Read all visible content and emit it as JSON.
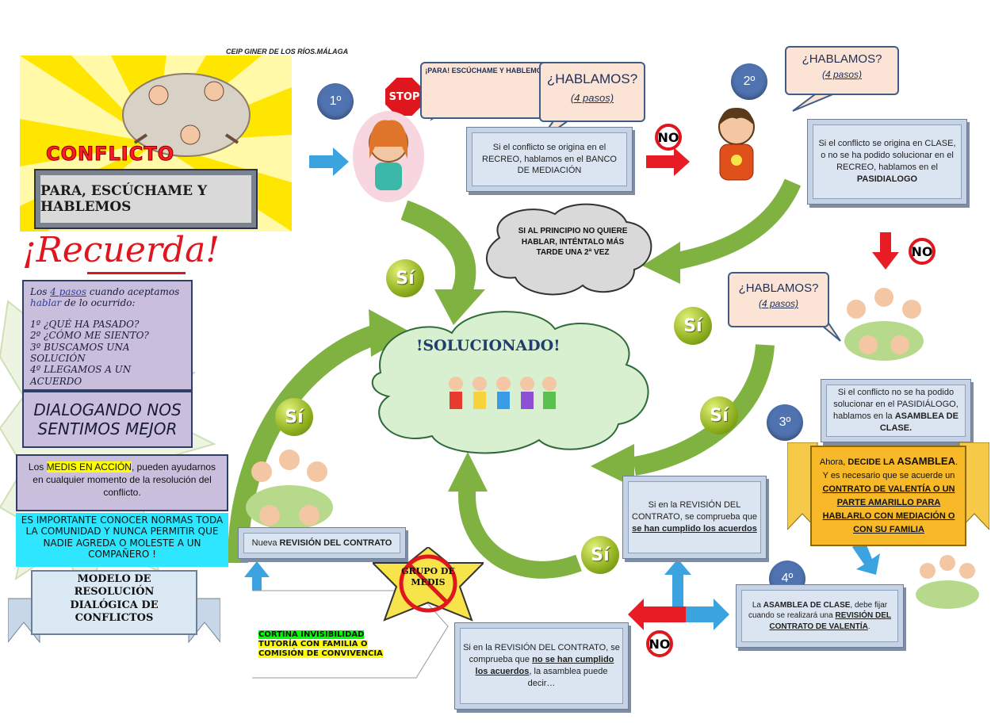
{
  "header": {
    "school": "CEIP GINER DE LOS RÍOS.MÁLAGA"
  },
  "left": {
    "conflicto_title": "CONFLICTO",
    "banner": "PARA, ESCÚCHAME Y HABLEMOS",
    "recuerda": "¡Recuerda!",
    "pasos": {
      "intro_a": "Los ",
      "intro_num": "4 pasos",
      "intro_b": " cuando aceptamos",
      "intro_hablar": "hablar",
      "intro_c": " de lo ocurrido:",
      "p1": "1º ¿QUÉ HA PASADO?",
      "p2": "2º ¿CÓMO ME SIENTO?",
      "p3": "3º BUSCAMOS UNA SOLUCIÓN",
      "p4": "4º LLEGAMOS A UN ACUERDO"
    },
    "dialogando_1": "DIALOGANDO NOS",
    "dialogando_2": "SENTIMOS MEJOR",
    "medis_a": "Los ",
    "medis_hl": "MEDIS EN ACCIÓN",
    "medis_b": ", pueden ayudarnos en cualquier momento de la resolución del conflicto.",
    "normas": "ES IMPORTANTE CONOCER NORMAS TODA LA COMUNIDAD Y NUNCA PERMITIR QUE NADIE AGREDA O MOLESTE A UN COMPAÑERO !",
    "modelo": "MODELO DE RESOLUCIÓN DIALÓGICA DE CONFLICTOS"
  },
  "steps": {
    "n1": "1º",
    "n2": "2º",
    "n3": "3º",
    "n4": "4º"
  },
  "stop_sign": "STOP",
  "bubble_para": "¡PARA! ESCÚCHAME Y HABLEMOS",
  "hablamos": {
    "title": "¿HABLAMOS?",
    "sub": "(4 pasos)"
  },
  "box_recreo": "Si el conflicto se origina en el RECREO, hablamos en el BANCO DE MEDIACIÓN",
  "box_clase": {
    "a": "Si el conflicto se origina en CLASE, o no se ha podido solucionar en el RECREO, hablamos en el ",
    "b": "PASIDIALOGO"
  },
  "cloud_tarde": "SI AL PRINCIPIO NO QUIERE HABLAR, INTÉNTALO MÁS TARDE UNA 2ª VEZ",
  "solucionado": "!SOLUCIONADO!",
  "si_label": "Sí",
  "no_label": "NO",
  "box_asamblea": {
    "a": "Si el conflicto no se ha podido solucionar en el PASIDIÁLOGO, hablamos en la ",
    "b": "ASAMBLEA DE CLASE."
  },
  "decide": {
    "a": "Ahora, ",
    "b": "DECIDE LA ",
    "c": "ASAMBLEA",
    "d": ". Y es necesario que se acuerde un ",
    "e": "CONTRATO DE VALENTÍA O UN PARTE AMARILLO PARA",
    "f": " ",
    "g": "HABLARLO CON MEDIACIÓN O CON SU FAMILIA"
  },
  "box_fijar": {
    "a": "La ",
    "b": "ASAMBLEA DE CLASE",
    "c": ", debe fijar cuando se realizará una ",
    "d": "REVISIÓN DEL CONTRATO DE VALENTÍA",
    "e": "."
  },
  "box_cumplido": {
    "a": "Si en la REVISIÓN DEL CONTRATO, se comprueba que ",
    "b": "se han cumplido los acuerdos"
  },
  "box_no_cumplido": {
    "a": "Si en la REVISIÓN DEL CONTRATO, se comprueba que ",
    "b": "no se han cumplido los acuerdos",
    "c": ", la asamblea puede decir…"
  },
  "box_nueva": {
    "a": "Nueva ",
    "b": "REVISIÓN DEL CONTRATO"
  },
  "grupo_medis": "GRUPO DE MEDIS",
  "cortina": {
    "l1": "CORTINA INVISIBILIDAD",
    "l2": "TUTORÍA CON FAMILIA O",
    "l3": "COMISIÓN DE CONVIVENCIA"
  },
  "colors": {
    "accent_blue": "#4f73b0",
    "arrow_green": "#7fb241",
    "bubble_fill": "#fbe4d5",
    "box_fill": "#dbe5f1",
    "decide_fill": "#f7b928"
  }
}
